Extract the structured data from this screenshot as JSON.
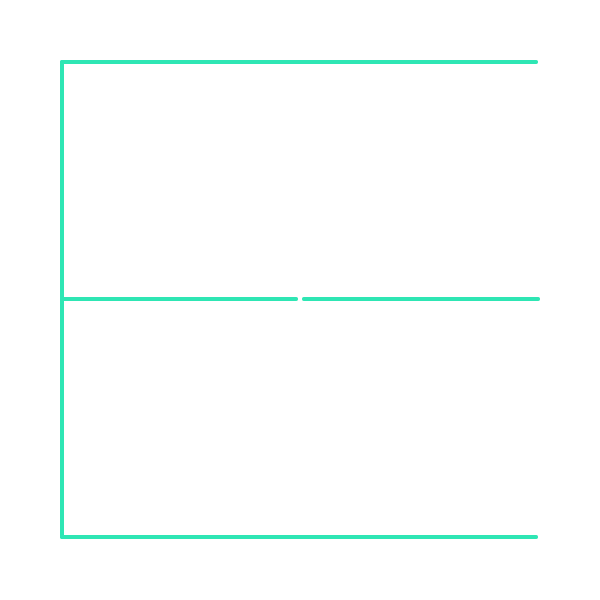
{
  "theme": {
    "background": "#ffffff",
    "stroke": "#2ee6b4"
  },
  "figure": {
    "kind": "outline",
    "open_side": "right",
    "segments": [
      {
        "name": "top-edge-line"
      },
      {
        "name": "left-edge-line"
      },
      {
        "name": "bottom-edge-line"
      },
      {
        "name": "middle-line-left"
      },
      {
        "name": "middle-line-right"
      }
    ]
  }
}
